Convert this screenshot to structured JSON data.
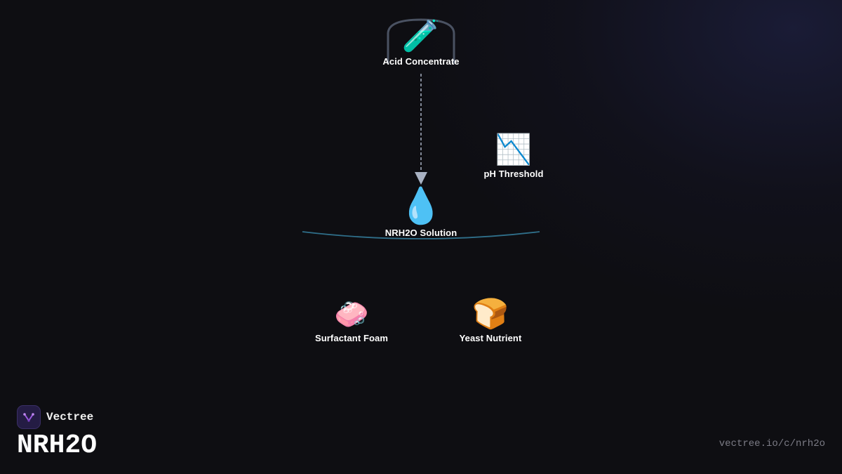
{
  "nodes": {
    "acid": {
      "label": "Acid Concentrate",
      "icon": "test-tube-icon",
      "glyph": "🧪"
    },
    "ph": {
      "label": "pH Threshold",
      "icon": "chart-decreasing-icon",
      "glyph": "📉"
    },
    "solution": {
      "label": "NRH2O Solution",
      "icon": "droplet-icon",
      "glyph": "💧"
    },
    "surfactant": {
      "label": "Surfactant Foam",
      "icon": "soap-icon",
      "glyph": "🧼"
    },
    "yeast": {
      "label": "Yeast Nutrient",
      "icon": "bread-icon",
      "glyph": "🍞"
    }
  },
  "edges": [
    {
      "from": "acid",
      "to": "solution",
      "style": "dashed",
      "arrow": true
    }
  ],
  "brand": {
    "name": "Vectree"
  },
  "title": "NRH2O",
  "url": "vectree.io/c/nrh2o",
  "colors": {
    "background": "#0e0e12",
    "arc_top": "#4a5262",
    "arc_bottom": "#2f6f8a",
    "edge": "#a9b2c3",
    "label": "#ffffff",
    "url": "#7c7c86",
    "logo_bg": "#241c44",
    "logo_mark": "#9b59e0"
  }
}
